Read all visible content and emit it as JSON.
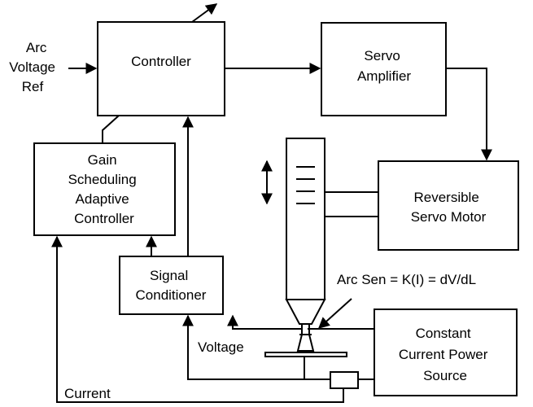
{
  "inputs": {
    "arc_voltage_ref": [
      "Arc",
      "Voltage",
      "Ref"
    ]
  },
  "blocks": {
    "controller": [
      "Controller"
    ],
    "servo_amplifier": [
      "Servo",
      "Amplifier"
    ],
    "gain_scheduling": [
      "Gain",
      "Scheduling",
      "Adaptive",
      "Controller"
    ],
    "reversible_servo_motor": [
      "Reversible",
      "Servo Motor"
    ],
    "signal_conditioner": [
      "Signal",
      "Conditioner"
    ],
    "power_source": [
      "Constant",
      "Current Power",
      "Source"
    ]
  },
  "labels": {
    "arc_sen": "Arc Sen = K(I) = dV/dL",
    "voltage": "Voltage",
    "current": "Current"
  }
}
